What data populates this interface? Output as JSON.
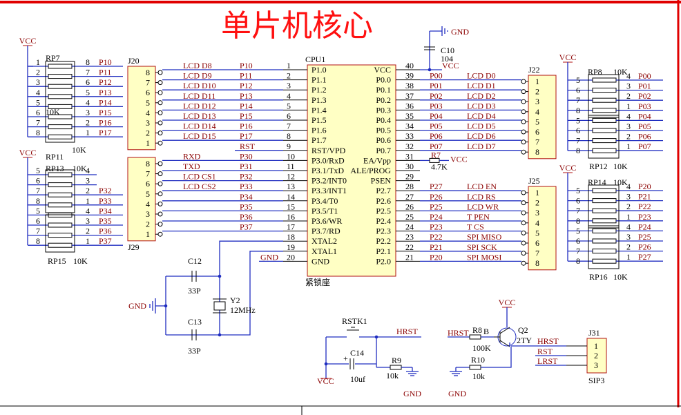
{
  "title": "单片机核心",
  "cpu": {
    "ref": "CPU1",
    "socket": "紧锁座",
    "left": [
      [
        "1",
        "P1.0"
      ],
      [
        "2",
        "P1.1"
      ],
      [
        "3",
        "P1.2"
      ],
      [
        "4",
        "P1.3"
      ],
      [
        "5",
        "P1.4"
      ],
      [
        "6",
        "P1.5"
      ],
      [
        "7",
        "P1.6"
      ],
      [
        "8",
        "P1.7"
      ],
      [
        "9",
        "RST/VPD"
      ],
      [
        "10",
        "P3.0/RxD"
      ],
      [
        "11",
        "P3.1/TxD"
      ],
      [
        "12",
        "P3.2/INT0"
      ],
      [
        "13",
        "P3.3/INT1"
      ],
      [
        "14",
        "P3.4/T0"
      ],
      [
        "15",
        "P3.5/T1"
      ],
      [
        "16",
        "P3.6/WR"
      ],
      [
        "17",
        "P3.7/RD"
      ],
      [
        "18",
        "XTAL2"
      ],
      [
        "19",
        "XTAL1"
      ],
      [
        "20",
        "GND"
      ]
    ],
    "right": [
      [
        "40",
        "VCC"
      ],
      [
        "39",
        "P0.0"
      ],
      [
        "38",
        "P0.1"
      ],
      [
        "37",
        "P0.2"
      ],
      [
        "36",
        "P0.3"
      ],
      [
        "35",
        "P0.4"
      ],
      [
        "34",
        "P0.5"
      ],
      [
        "33",
        "P0.6"
      ],
      [
        "32",
        "P0.7"
      ],
      [
        "31",
        "EA/Vpp"
      ],
      [
        "30",
        "ALE/PROG"
      ],
      [
        "29",
        "PSEN"
      ],
      [
        "28",
        "P2.7"
      ],
      [
        "27",
        "P2.6"
      ],
      [
        "26",
        "P2.5"
      ],
      [
        "25",
        "P2.4"
      ],
      [
        "24",
        "P2.3"
      ],
      [
        "23",
        "P2.2"
      ],
      [
        "22",
        "P2.1"
      ],
      [
        "21",
        "P2.0"
      ]
    ],
    "left_nets": [
      "P10",
      "P11",
      "P12",
      "P13",
      "P14",
      "P15",
      "P16",
      "P17",
      "RST",
      "P30",
      "P31",
      "P32",
      "P33",
      "P34",
      "P35",
      "P36",
      "P37",
      "",
      "",
      "GND"
    ],
    "left_funcs": [
      "LCD D8",
      "LCD D9",
      "LCD D10",
      "LCD D11",
      "LCD D12",
      "LCD D13",
      "LCD D14",
      "LCD D15",
      "",
      "RXD",
      "TXD",
      "LCD CS1",
      "LCD CS2",
      "",
      "",
      "",
      "",
      "",
      "",
      ""
    ],
    "right_nets": [
      "VCC",
      "P00",
      "P01",
      "P02",
      "P03",
      "P04",
      "P05",
      "P06",
      "P07",
      "VCC",
      "",
      "",
      "P27",
      "P26",
      "P25",
      "P24",
      "P23",
      "P22",
      "P21",
      "P20"
    ],
    "right_funcs": [
      "",
      "LCD D0",
      "LCD D1",
      "LCD D2",
      "LCD D3",
      "LCD D4",
      "LCD D5",
      "LCD D6",
      "LCD D7",
      "",
      "",
      "",
      "LCD EN",
      "LCD RS",
      "LCD WR",
      "T PEN",
      "T CS",
      "SPI MISO",
      "SPI SCK",
      "SPI MOSI"
    ]
  },
  "j20": {
    "ref": "J20",
    "pins": [
      "8",
      "7",
      "6",
      "5",
      "4",
      "3",
      "2",
      "1"
    ]
  },
  "j29": {
    "ref": "J29",
    "pins": [
      "8",
      "7",
      "6",
      "5",
      "4",
      "3",
      "2",
      "1"
    ]
  },
  "j22": {
    "ref": "J22",
    "pins": [
      "1",
      "2",
      "3",
      "4",
      "5",
      "6",
      "7",
      "8"
    ]
  },
  "j25": {
    "ref": "J25",
    "pins": [
      "1",
      "2",
      "3",
      "4",
      "5",
      "6",
      "7",
      "8"
    ]
  },
  "rp7": {
    "ref": "RP7",
    "value": "10K",
    "vcc": "VCC",
    "lp": [
      "1",
      "2",
      "3",
      "4",
      "5",
      "6",
      "7",
      "8"
    ],
    "rp": [
      "8",
      "7",
      "6",
      "5",
      "4",
      "3",
      "2",
      "1"
    ],
    "nets": [
      "P10",
      "P11",
      "P12",
      "P13",
      "P14",
      "P15",
      "P16",
      "P17"
    ]
  },
  "rp11": {
    "ref": "RP11",
    "value": "10K"
  },
  "rp13": {
    "ref": "RP13",
    "value": "10K",
    "vcc": "VCC",
    "lp": [
      "5",
      "6",
      "7",
      "8"
    ],
    "rp": [
      "4",
      "3",
      "2",
      "1"
    ],
    "nets": [
      "",
      "",
      "P32",
      "P33"
    ]
  },
  "rp15": {
    "ref": "RP15",
    "value": "10K",
    "lp": [
      "5",
      "6",
      "7",
      "8"
    ],
    "rp": [
      "4",
      "3",
      "2",
      "1"
    ],
    "nets": [
      "P34",
      "P35",
      "P36",
      "P37"
    ]
  },
  "rp8": {
    "ref": "RP8",
    "value": "10K",
    "vcc": "VCC",
    "lp": [
      "5",
      "6",
      "7",
      "8"
    ],
    "rp": [
      "4",
      "3",
      "2",
      "1"
    ],
    "nets": [
      "P00",
      "P01",
      "P02",
      "P03"
    ]
  },
  "rp12": {
    "ref": "RP12",
    "value": "10K",
    "lp": [
      "5",
      "6",
      "7",
      "8"
    ],
    "rp": [
      "4",
      "3",
      "2",
      "1"
    ],
    "nets": [
      "P04",
      "P05",
      "P06",
      "P07"
    ]
  },
  "rp14": {
    "ref": "RP14",
    "value": "10K",
    "vcc": "VCC",
    "lp": [
      "5",
      "6",
      "7",
      "8"
    ],
    "rp": [
      "4",
      "3",
      "2",
      "1"
    ],
    "nets": [
      "P20",
      "P21",
      "P22",
      "P23"
    ]
  },
  "rp16": {
    "ref": "RP16",
    "value": "10K",
    "lp": [
      "5",
      "6",
      "7",
      "8"
    ],
    "rp": [
      "4",
      "3",
      "2",
      "1"
    ],
    "nets": [
      "P24",
      "P25",
      "P26",
      "P27"
    ]
  },
  "c10": {
    "ref": "C10",
    "value": "104",
    "gnd": "GND"
  },
  "r7": {
    "ref": "R7",
    "value": "4.7K",
    "net": "VCC"
  },
  "osc": {
    "c12": "C12",
    "c13": "C13",
    "cap": "33P",
    "y": "Y2",
    "freq": "12MHz",
    "gnd": "GND"
  },
  "reset": {
    "sw": "RSTK1",
    "net": "HRST",
    "c14": "C14",
    "c14v": "10uf",
    "r9": "R9",
    "r9v": "10k",
    "vcc": "VCC",
    "gnd": "GND"
  },
  "tr": {
    "hrst": "HRST",
    "r8": "R8",
    "r8v": "100K",
    "b": "B",
    "q": "Q2",
    "qv": "2TY",
    "vcc": "VCC",
    "r10": "R10",
    "r10v": "10k",
    "gnd": "GND"
  },
  "j31": {
    "ref": "J31",
    "type": "SIP3",
    "pins": [
      "1",
      "2",
      "3"
    ],
    "nets": [
      "HRST",
      "RST",
      "LRST"
    ]
  }
}
